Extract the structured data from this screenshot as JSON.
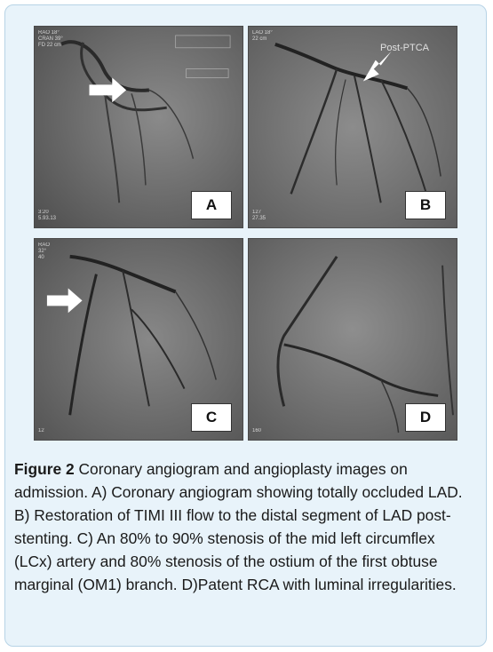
{
  "panels": {
    "a": {
      "letter": "A",
      "overlay_top": "RAO 18°\nCRAN 39°\nFD 22 cm",
      "overlay_bottom": "3:20\n5.93.13"
    },
    "b": {
      "letter": "B",
      "overlay_top": "LAO 18°\n22 cm",
      "overlay_bottom": "127\n27.35",
      "label": "Post-PTCA"
    },
    "c": {
      "letter": "C",
      "overlay_top": "RAO\n32°\n40",
      "overlay_bottom": "12"
    },
    "d": {
      "letter": "D",
      "overlay_top": "",
      "overlay_bottom": "160"
    }
  },
  "caption": {
    "label": "Figure 2",
    "text": " Coronary angiogram and angioplasty images on admission. A) Coronary angiogram showing totally occluded LAD. B) Restoration of TIMI III flow to the distal segment of LAD post-stenting. C) An 80% to 90% stenosis of the mid left circumflex (LCx) artery and 80% stenosis of the ostium of the first obtuse marginal (OM1) branch. D)Patent RCA with luminal irregularities."
  }
}
